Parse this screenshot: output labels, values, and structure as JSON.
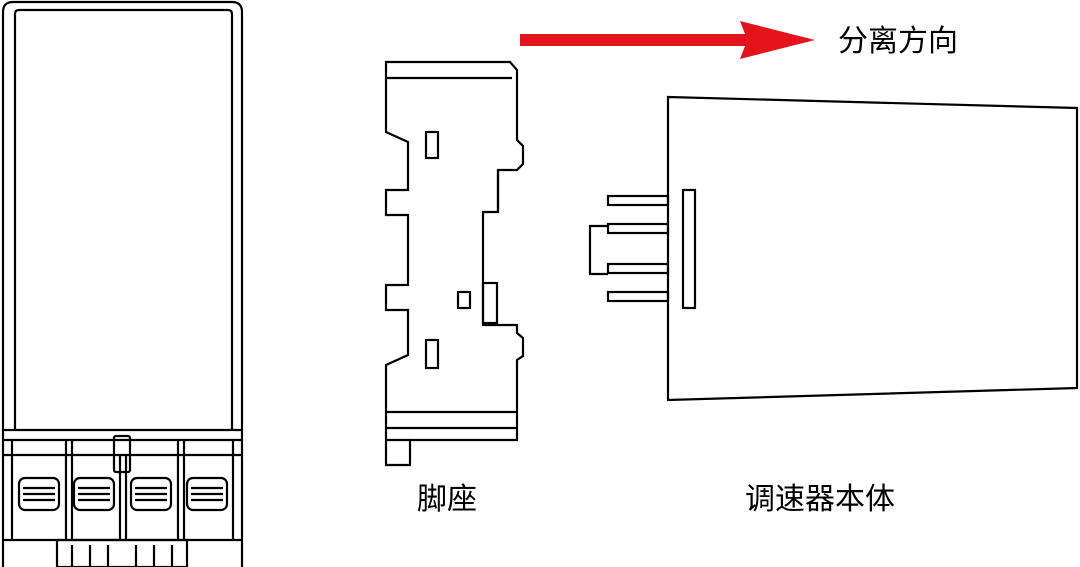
{
  "labels": {
    "direction": "分离方向",
    "socket": "脚座",
    "body": "调速器本体"
  },
  "colors": {
    "arrow": "#e3141c",
    "line": "#000000",
    "background": "#ffffff"
  }
}
